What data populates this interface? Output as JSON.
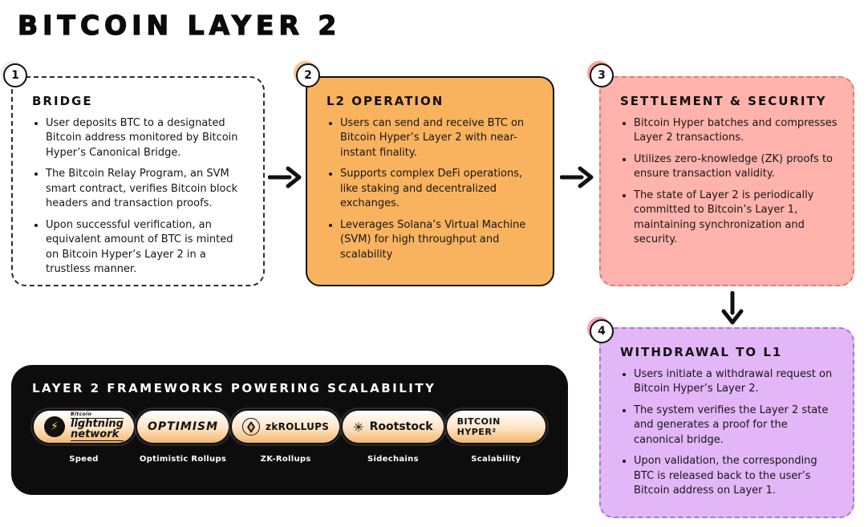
{
  "title": "BITCOIN LAYER 2",
  "steps": [
    {
      "number": "1",
      "heading": "BRIDGE",
      "bullets": [
        "User deposits BTC to a designated Bitcoin address monitored by Bitcoin Hyper’s Canonical Bridge.",
        "The Bitcoin Relay Program, an SVM smart contract, verifies Bitcoin block headers and transaction proofs.",
        "Upon successful verification, an equivalent amount of BTC is minted on Bitcoin Hyper’s Layer 2 in a trustless manner."
      ]
    },
    {
      "number": "2",
      "heading": "L2 OPERATION",
      "bullets": [
        "Users can send and receive BTC on Bitcoin Hyper’s Layer 2 with near-instant finality.",
        "Supports complex DeFi operations, like staking and decentralized exchanges.",
        "Leverages Solana’s Virtual Machine (SVM) for high throughput and scalability"
      ]
    },
    {
      "number": "3",
      "heading": "SETTLEMENT & SECURITY",
      "bullets": [
        "Bitcoin Hyper batches and compresses Layer 2 transactions.",
        "Utilizes zero-knowledge (ZK) proofs to ensure transaction validity.",
        "The state of Layer 2 is periodically committed to Bitcoin’s Layer 1, maintaining synchronization and security."
      ]
    },
    {
      "number": "4",
      "heading": "WITHDRAWAL TO L1",
      "bullets": [
        "Users initiate a withdrawal request on Bitcoin Hyper’s Layer 2.",
        "The system verifies the Layer 2 state and generates a proof for the canonical bridge.",
        "Upon validation, the corresponding BTC is released back to the user’s Bitcoin address on Layer 1."
      ]
    }
  ],
  "frameworks_panel": {
    "title": "LAYER 2 FRAMEWORKS POWERING SCALABILITY",
    "items": [
      {
        "logo_small": "Bitcoin",
        "logo_line1": "lightning",
        "logo_line2": "network",
        "label": "Speed"
      },
      {
        "logo": "OPTIMISM",
        "label": "Optimistic Rollups"
      },
      {
        "logo": "zkROLLUPS",
        "label": "ZK-Rollups"
      },
      {
        "logo": "Rootstock",
        "label": "Sidechains"
      },
      {
        "logo": "BITCOIN HYPER²",
        "label": "Scalability"
      }
    ]
  },
  "icons": {
    "lightning_bolt": "⚡",
    "rootstock_asterisk": "✳"
  },
  "colors": {
    "l2_operation_bg": "#F9B25E",
    "settlement_bg": "#FFB3AC",
    "withdrawal_bg": "#E3B6F8",
    "panel_bg": "#0D0D0D",
    "ink": "#111111"
  }
}
